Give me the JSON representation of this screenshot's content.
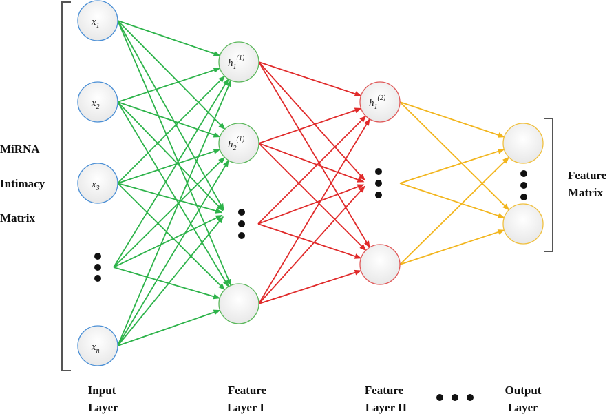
{
  "left_label": [
    "MiRNA",
    "Intimacy",
    "Matrix"
  ],
  "right_label": [
    "Feature",
    "Matrix"
  ],
  "input_nodes": [
    {
      "base": "x",
      "sub": "1"
    },
    {
      "base": "x",
      "sub": "2"
    },
    {
      "base": "x",
      "sub": "3"
    },
    {
      "base": "x",
      "sub": "n"
    }
  ],
  "feature1_nodes": [
    {
      "base": "h",
      "sub": "1",
      "sup": "(1)"
    },
    {
      "base": "h",
      "sub": "2",
      "sup": "(1)"
    },
    {
      "base": "",
      "sub": "",
      "sup": ""
    }
  ],
  "feature2_nodes": [
    {
      "base": "h",
      "sub": "1",
      "sup": "(2)"
    },
    {
      "base": "",
      "sub": "",
      "sup": ""
    }
  ],
  "layers": [
    {
      "line1": "Input",
      "line2": "Layer"
    },
    {
      "line1": "Feature",
      "line2": "Layer I"
    },
    {
      "line1": "Feature",
      "line2": "Layer II"
    },
    {
      "line1": "Output",
      "line2": "Layer"
    }
  ],
  "colors": {
    "input_to_f1": "#2db34a",
    "f1_to_f2": "#e02a2a",
    "f2_to_out": "#f2b51d",
    "input_stroke": "#4a8fd6",
    "f1_stroke": "#5cb85c",
    "f2_stroke": "#e05a5a",
    "out_stroke": "#f0c040",
    "bracket": "#555555"
  }
}
